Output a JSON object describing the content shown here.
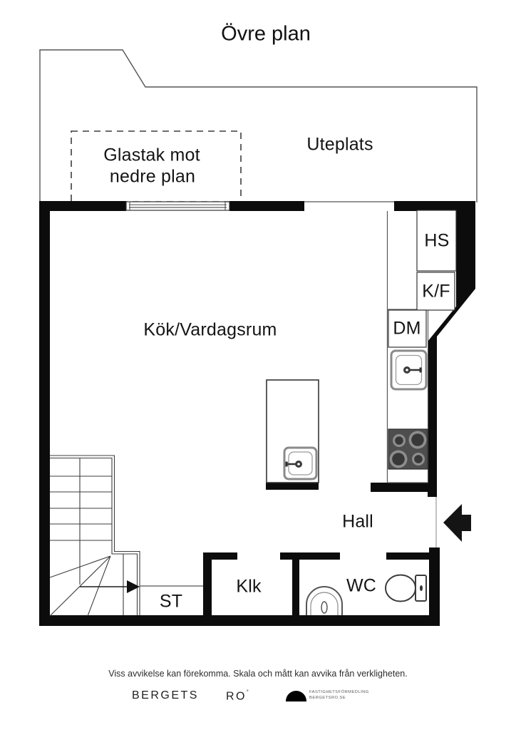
{
  "title": "Övre plan",
  "rooms": {
    "uteplats": "Uteplats",
    "glastak_line1": "Glastak mot",
    "glastak_line2": "nedre plan",
    "kitchen": "Kök/Vardagsrum",
    "hall": "Hall",
    "hs": "HS",
    "kf": "K/F",
    "dm": "DM",
    "klk": "Klk",
    "st": "ST",
    "wc": "WC"
  },
  "footer": {
    "disclaimer": "Viss avvikelse kan förekomma. Skala och mått kan avvika från verkligheten.",
    "brand_name_1": "BERGETS",
    "brand_name_2": "RO",
    "brand_mark": "˚",
    "agency_line1": "FASTIGHETSFÖRMEDLING",
    "agency_line2": "BERGETSRO.SE"
  },
  "colors": {
    "wall": "#0c0c0c",
    "outline": "#555555",
    "stove_body": "#4e4e4e"
  }
}
